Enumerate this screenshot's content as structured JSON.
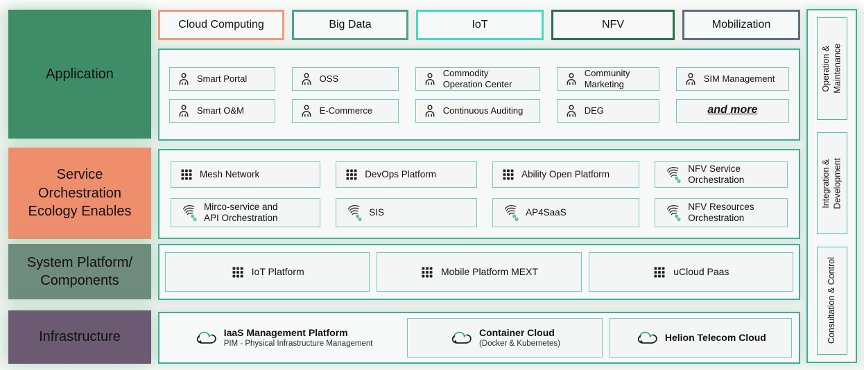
{
  "left_column": {
    "rows": [
      {
        "label": "Application",
        "color": "#3e8c68"
      },
      {
        "label": "Service\nOrchestration\nEcology Enables",
        "color": "#ee8e6c"
      },
      {
        "label": "System Platform/\nComponents",
        "color": "#6f8b7d"
      },
      {
        "label": "Infrastructure",
        "color": "#6b5a72"
      }
    ]
  },
  "top_tags": [
    {
      "label": "Cloud Computing",
      "border_color": "#f19a76"
    },
    {
      "label": "Big Data",
      "border_color": "#4f9f91"
    },
    {
      "label": "IoT",
      "border_color": "#47d6c9"
    },
    {
      "label": "NFV",
      "border_color": "#2d6b50"
    },
    {
      "label": "Mobilization",
      "border_color": "#5d6c7c"
    }
  ],
  "application": {
    "items": [
      {
        "label": "Smart Portal",
        "icon": "user-icon"
      },
      {
        "label": "OSS",
        "icon": "user-icon"
      },
      {
        "label": "Commodity\nOperation Center",
        "icon": "user-icon"
      },
      {
        "label": "Community\nMarketing",
        "icon": "user-icon"
      },
      {
        "label": "SIM Management",
        "icon": "user-icon"
      },
      {
        "label": "Smart O&M",
        "icon": "user-icon"
      },
      {
        "label": "E-Commerce",
        "icon": "user-icon"
      },
      {
        "label": "Continuous Auditing",
        "icon": "user-icon"
      },
      {
        "label": "DEG",
        "icon": "user-icon"
      },
      {
        "label": "and more",
        "icon": null,
        "emphasis": true
      }
    ]
  },
  "service_orchestration": {
    "items": [
      {
        "label": "Mesh Network",
        "icon": "grid-icon"
      },
      {
        "label": "DevOps Platform",
        "icon": "grid-icon"
      },
      {
        "label": "Ability Open Platform",
        "icon": "grid-icon"
      },
      {
        "label": "NFV Service\nOrchestration",
        "icon": "swirl-icon"
      },
      {
        "label": "Mirco-service and\nAPI Orchestration",
        "icon": "swirl-icon"
      },
      {
        "label": "SIS",
        "icon": "swirl-icon"
      },
      {
        "label": "AP4SaaS",
        "icon": "swirl-icon"
      },
      {
        "label": "NFV Resources\nOrchestration",
        "icon": "swirl-icon"
      }
    ]
  },
  "system_platform": {
    "items": [
      {
        "label": "IoT Platform",
        "icon": "grid-icon"
      },
      {
        "label": "Mobile Platform MEXT",
        "icon": "grid-icon"
      },
      {
        "label": "uCloud Paas",
        "icon": "grid-icon"
      }
    ]
  },
  "infrastructure": {
    "items": [
      {
        "title": "IaaS Management Platform",
        "subtitle": "PIM - Physical Infrastructure Management",
        "icon": "cloud-sync-icon",
        "boxed": false
      },
      {
        "title": "Container Cloud",
        "subtitle": "(Docker & Kubernetes)",
        "icon": "cloud-sync-icon",
        "boxed": true
      },
      {
        "title": "Helion Telecom Cloud",
        "subtitle": "",
        "icon": "cloud-sync-icon",
        "boxed": true
      }
    ]
  },
  "right_sidebar": {
    "items": [
      {
        "label": "Operation &\nMaintenance"
      },
      {
        "label": "Integration &\nDevelopment"
      },
      {
        "label": "Consultation & Control"
      }
    ]
  },
  "palette": {
    "container_border": "#3fae9a",
    "item_border": "#74c9b5",
    "sidebar_item_border": "#4ab9a4",
    "icon_green": "#2fae85",
    "panel_background": "#f7f9f8",
    "page_background": "#eef1ee"
  }
}
